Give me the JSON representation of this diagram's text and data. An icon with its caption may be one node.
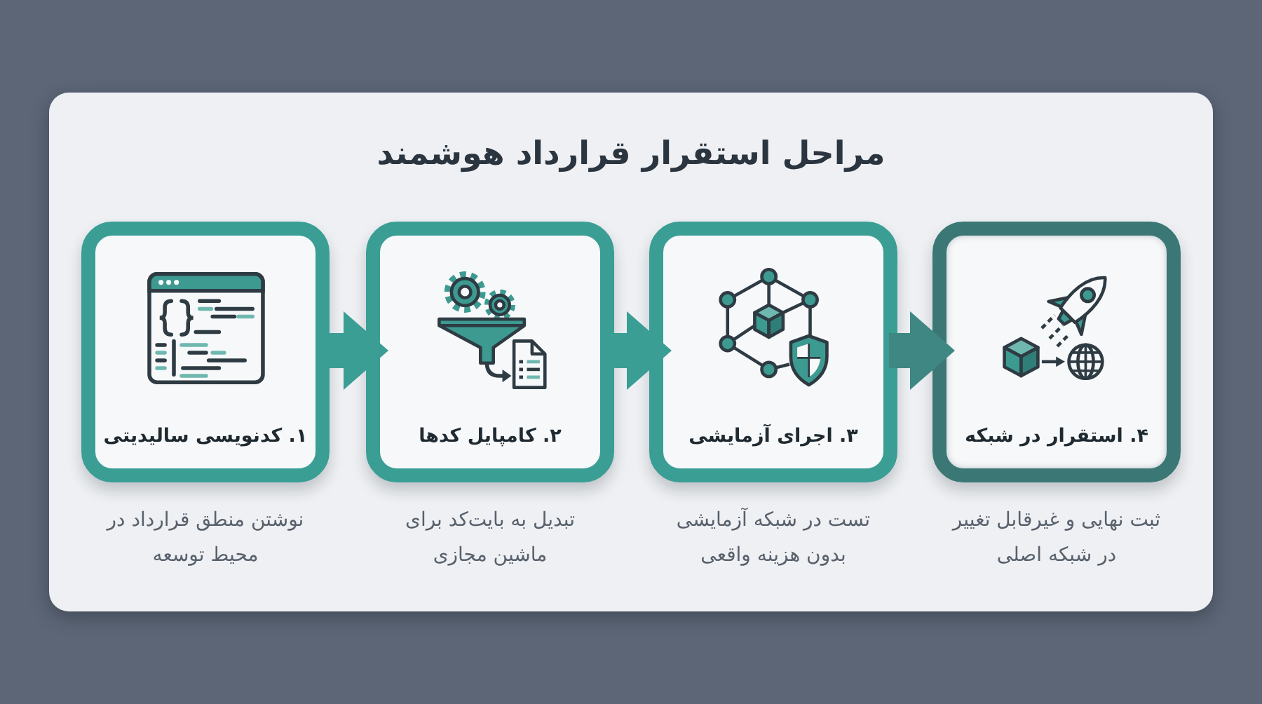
{
  "diagram": {
    "title": "مراحل استقرار قرارداد هوشمند",
    "nodes": [
      {
        "text": [
          "۱. کدنویسی سالیدیتی"
        ],
        "beside": [
          "نوشتن منطق قرارداد در محیط توسعه"
        ]
      },
      {
        "text": [
          "۲. کامپایل کدها"
        ],
        "beside": [
          "تبدیل به بایت‌کد برای ماشین مجازی"
        ]
      },
      {
        "text": [
          "۳. اجرای آزمایشی"
        ],
        "beside": [
          "تست در شبکه آزمایشی بدون هزینه واقعی"
        ]
      },
      {
        "text": [
          "۴. استقرار در شبکه"
        ],
        "beside": [
          "ثبت نهایی و غیرقابل تغییر در شبکه اصلی"
        ]
      }
    ],
    "edges": [
      {
        "from": 0,
        "to": 1,
        "arrow": "to"
      },
      {
        "from": 1,
        "to": 2,
        "arrow": "to"
      },
      {
        "from": 2,
        "to": 3,
        "arrow": "to",
        "color": "#3e8783"
      }
    ]
  }
}
